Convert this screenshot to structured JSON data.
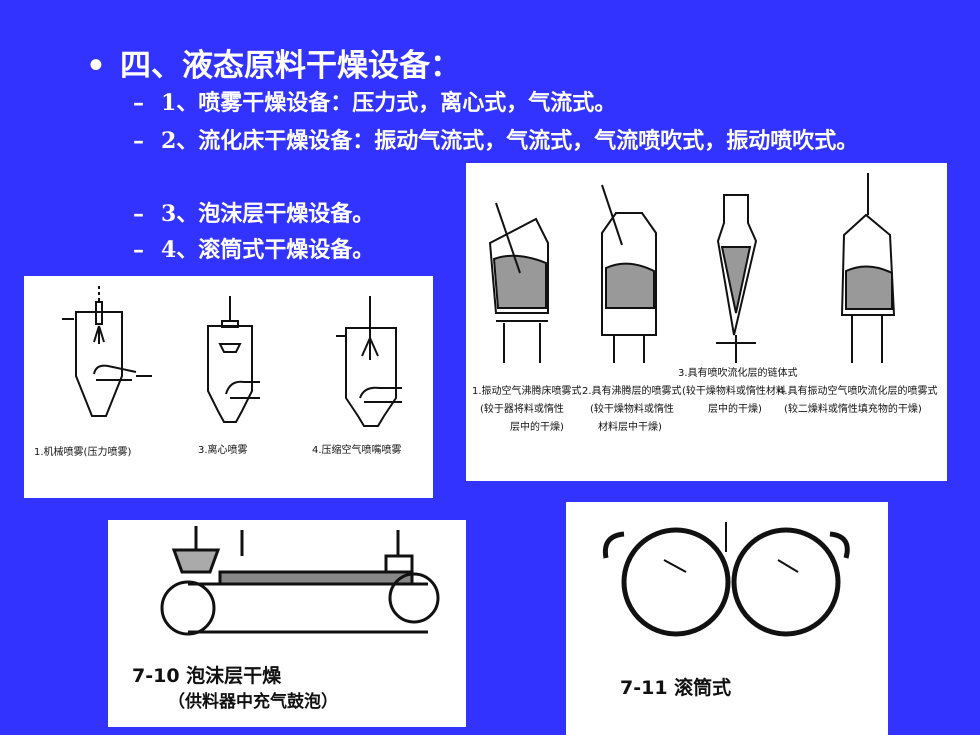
{
  "heading": {
    "bullet": "•",
    "text": "四、液态原料干燥设备："
  },
  "items": [
    {
      "dash": "–",
      "text": "1、喷雾干燥设备：压力式，离心式，气流式。"
    },
    {
      "dash": "–",
      "text": "2、流化床干燥设备：振动气流式，气流式，气流喷吹式，振动喷吹式。"
    },
    {
      "dash": "–",
      "text": "3、泡沫层干燥设备。"
    },
    {
      "dash": "–",
      "text": "4、滚筒式干燥设备。"
    }
  ],
  "spray_panel": {
    "captions": [
      "1.机械喷雾(压力喷雾)",
      "3.离心喷雾",
      "4.压缩空气喷嘴喷雾"
    ]
  },
  "fluid_panel": {
    "captions": [
      {
        "l1": "1.振动空气沸腾床喷雾式",
        "l2": "(较于器将料或惰性",
        "l3": "层中的干燥)"
      },
      {
        "l1": "2.具有沸腾层的喷雾式",
        "l2": "(较干燥物料或惰性",
        "l3": "材料层中干燥)"
      },
      {
        "l1": "3.具有喷吹流化层的链体式",
        "l2": "(较干燥物料或惰性材料",
        "l3": "层中的干燥)"
      },
      {
        "l1": "4.具有振动空气喷吹流化层的喷雾式",
        "l2": "(较二燥料或惰性填充物的干燥)",
        "l3": ""
      }
    ]
  },
  "foam_panel": {
    "caption1": "7-10  泡沫层干燥",
    "caption2": "（供料器中充气鼓泡）"
  },
  "drum_panel": {
    "caption": "7-11  滚筒式"
  }
}
